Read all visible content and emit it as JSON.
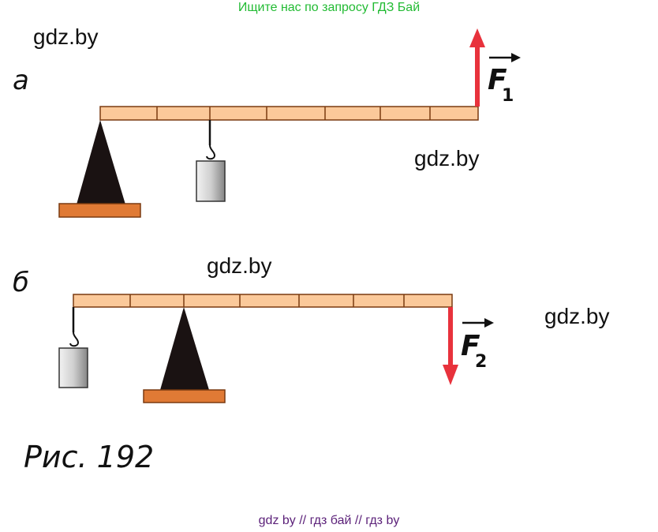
{
  "banner": "Ищите нас по запросу ГДЗ Бай",
  "watermarks": [
    "gdz.by",
    "gdz.by",
    "gdz.by",
    "gdz.by"
  ],
  "figure": {
    "part_a_label": "а",
    "part_b_label": "б",
    "force_a": {
      "symbol": "F",
      "subscript": "1"
    },
    "force_b": {
      "symbol": "F",
      "subscript": "2"
    },
    "caption": "Рис. 192"
  },
  "colors": {
    "beam_fill": "#fbc99a",
    "beam_stroke": "#7a3a10",
    "base_fill": "#e07a35",
    "fulcrum": "#1a1212",
    "force_arrow": "#e8323c",
    "weight_light": "#eeeeee",
    "weight_dark": "#8a8a8a"
  },
  "footer": "gdz by  //  гдз бай  //  гдз by"
}
